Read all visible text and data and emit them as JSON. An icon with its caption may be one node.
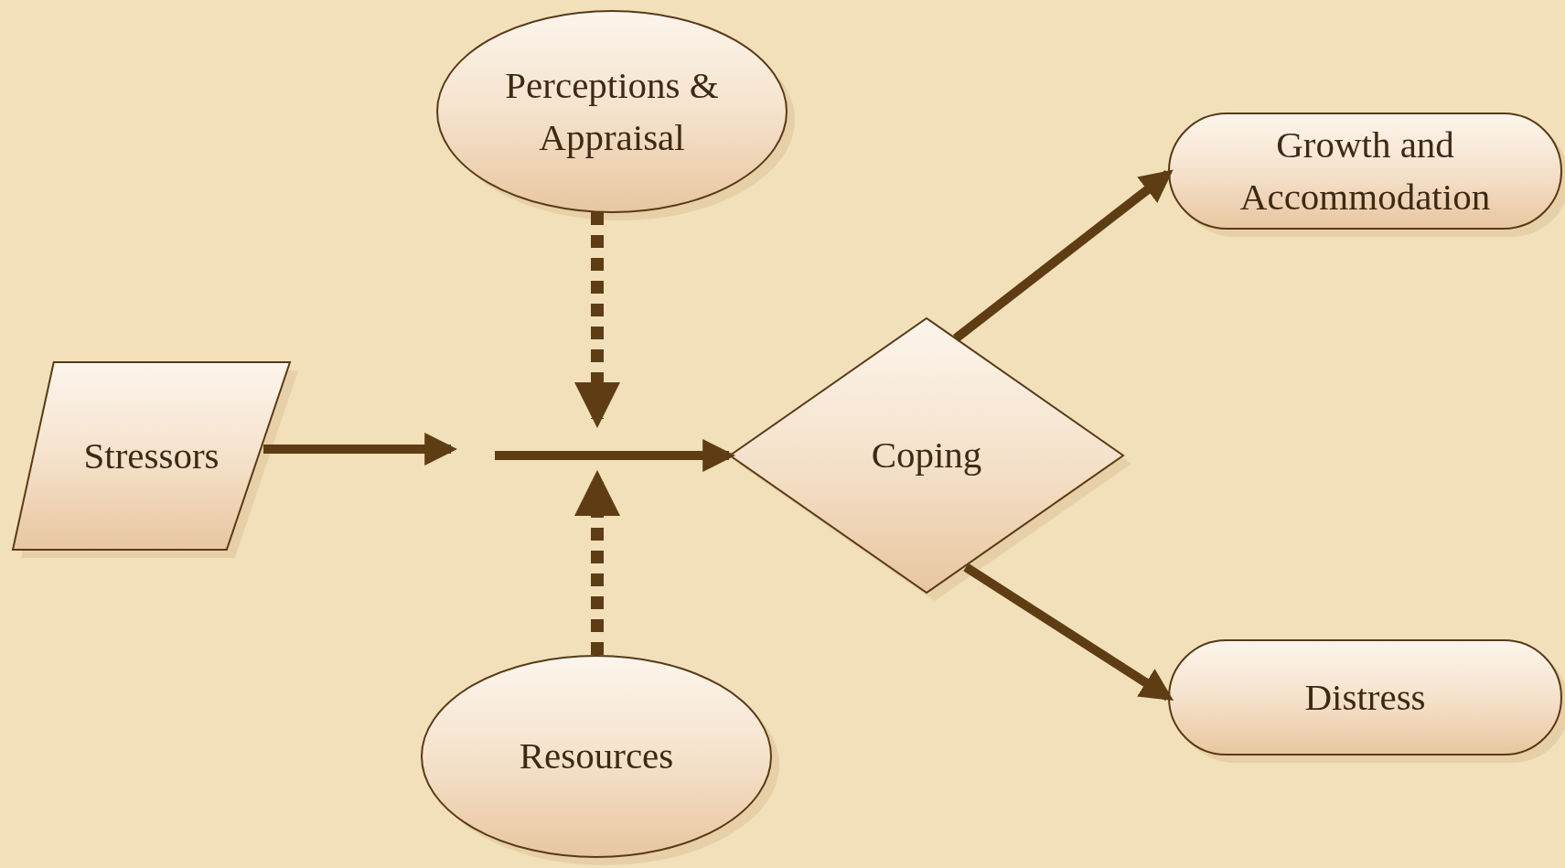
{
  "diagram": {
    "nodes": [
      {
        "text": [
          "Stressors"
        ]
      },
      {
        "text": [
          "Perceptions & Appraisal"
        ]
      },
      {
        "text": [
          "Resources"
        ]
      },
      {
        "text": [
          "Coping"
        ]
      },
      {
        "text": [
          "Growth and Accommodation"
        ]
      },
      {
        "text": [
          "Distress"
        ]
      }
    ],
    "edges": [
      {
        "from": 0,
        "to": null,
        "arrow": "to"
      },
      {
        "from": null,
        "to": 3,
        "arrow": "to"
      },
      {
        "from": 1,
        "to": null,
        "arrow": "to",
        "style": "dashed"
      },
      {
        "from": 2,
        "to": null,
        "arrow": "to",
        "style": "dashed"
      },
      {
        "from": 3,
        "to": 4,
        "arrow": "to"
      },
      {
        "from": 3,
        "to": 5,
        "arrow": "to"
      }
    ]
  }
}
